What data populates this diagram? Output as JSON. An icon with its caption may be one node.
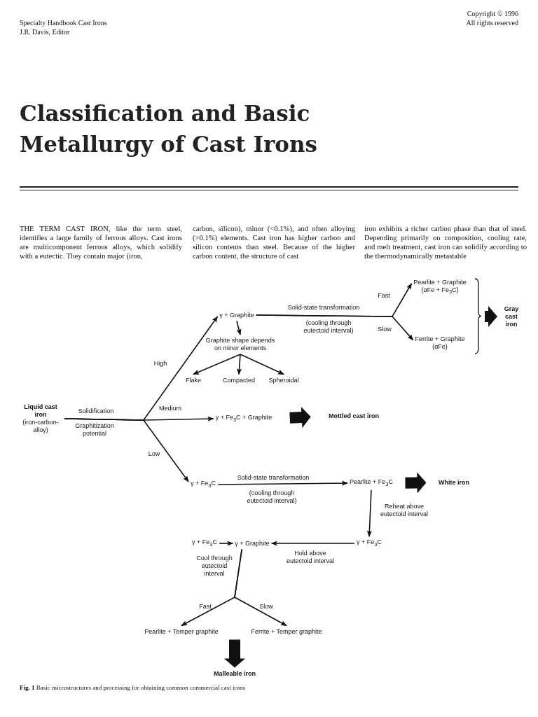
{
  "diagram": {
    "title": "Classification and Basic Metallurgy of Cast Irons",
    "caption": "**Fig. 1** Basic microstructures and processing for obtaining common commercial cast irons",
    "nodes": [
      {
        "text": [
          "Liquid cast iron",
          "(iron-carbon-alloy)"
        ]
      },
      {
        "text": [
          "γ + Graphite"
        ]
      },
      {
        "text": [
          "Graphite shape depends on minor elements"
        ]
      },
      {
        "text": [
          "Flake"
        ]
      },
      {
        "text": [
          "Compacted"
        ]
      },
      {
        "text": [
          "Spheroidal"
        ]
      },
      {
        "text": [
          "Pearlite + Graphite",
          "(αFe + Fe$_{3}$C)"
        ]
      },
      {
        "text": [
          "Ferrite + Graphite",
          "(αFe)"
        ]
      },
      {
        "text": [
          "Gray cast iron"
        ]
      },
      {
        "text": [
          "γ + Fe$_{3}$C + Graphite"
        ]
      },
      {
        "text": [
          "Mottled cast iron"
        ]
      },
      {
        "text": [
          "γ + Fe$_{3}$C"
        ]
      },
      {
        "text": [
          "Pearlite + Fe$_{3}$C"
        ]
      },
      {
        "text": [
          "White iron"
        ]
      },
      {
        "text": [
          "γ + Fe$_{3}$C"
        ]
      },
      {
        "text": [
          "γ + Fe$_{3}$C"
        ]
      },
      {
        "text": [
          "γ + Graphite"
        ]
      },
      {
        "text": [
          "Pearlite + Temper graphite"
        ]
      },
      {
        "text": [
          "Ferrite + Temper graphite"
        ]
      },
      {
        "text": [
          "Malleable iron"
        ]
      }
    ],
    "edges": [
      {
        "from": 0,
        "to": 1,
        "arrow": "to",
        "label": "High"
      },
      {
        "from": 0,
        "to": 9,
        "arrow": "to",
        "label": "Medium"
      },
      {
        "from": 0,
        "to": 11,
        "arrow": "to",
        "label": "Low"
      },
      {
        "from": 1,
        "to": 2,
        "arrow": "to"
      },
      {
        "from": 2,
        "to": 3,
        "arrow": "to"
      },
      {
        "from": 2,
        "to": 4,
        "arrow": "to"
      },
      {
        "from": 2,
        "to": 5,
        "arrow": "to"
      },
      {
        "from": 1,
        "to": 6,
        "arrow": "to",
        "label": "Fast"
      },
      {
        "from": 1,
        "to": 7,
        "arrow": "to",
        "label": "Slow"
      },
      {
        "from": 6,
        "to": 8,
        "arrow": "to",
        "style": "thick"
      },
      {
        "from": 7,
        "to": 8,
        "arrow": "to",
        "style": "thick"
      },
      {
        "from": 9,
        "to": 10,
        "arrow": "to",
        "style": "thick"
      },
      {
        "from": 11,
        "to": 12,
        "arrow": "to"
      },
      {
        "from": 12,
        "to": 13,
        "arrow": "to",
        "style": "thick"
      },
      {
        "from": 12,
        "to": 14,
        "arrow": "to",
        "label": "Reheat above eutectoid interval"
      },
      {
        "from": 14,
        "to": 16,
        "arrow": "to",
        "label": "Hold above eutectoid interval"
      },
      {
        "from": 15,
        "to": 16,
        "arrow": "to"
      },
      {
        "from": 16,
        "to": 17,
        "arrow": "to",
        "label": "Fast"
      },
      {
        "from": 16,
        "to": 18,
        "arrow": "to",
        "label": "Slow"
      },
      {
        "from": 17,
        "to": 19,
        "arrow": "to",
        "style": "thick"
      },
      {
        "from": 18,
        "to": 19,
        "arrow": "to",
        "style": "thick"
      }
    ],
    "labels": [
      "Specialty Handbook Cast Irons",
      "J.R. Davis, Editor",
      "Copyright © 1996",
      "All rights reserved",
      "THE TERM CAST IRON, like the term steel, identifies a large family of ferrous alloys. Cast irons are multicomponent ferrous alloys, which solidify with a eutectic. They contain major (iron,",
      "carbon, silicon), minor (<0.1%), and often alloying (>0.1%) elements. Cast iron has higher carbon and silicon contents than steel. Because of the higher carbon content, the structure of cast",
      "iron exhibits a richer carbon phase than that of steel. Depending primarily on composition, cooling rate, and melt treatment, cast iron can solidify according to the thermodynamically metastable",
      "Solid-state transformation",
      "(cooling through eutectoid interval)",
      "Solidification",
      "Graphitization potential",
      "Solid-state transformation",
      "(cooling through eutectoid interval)",
      "Cool through eutectoid interval"
    ]
  }
}
